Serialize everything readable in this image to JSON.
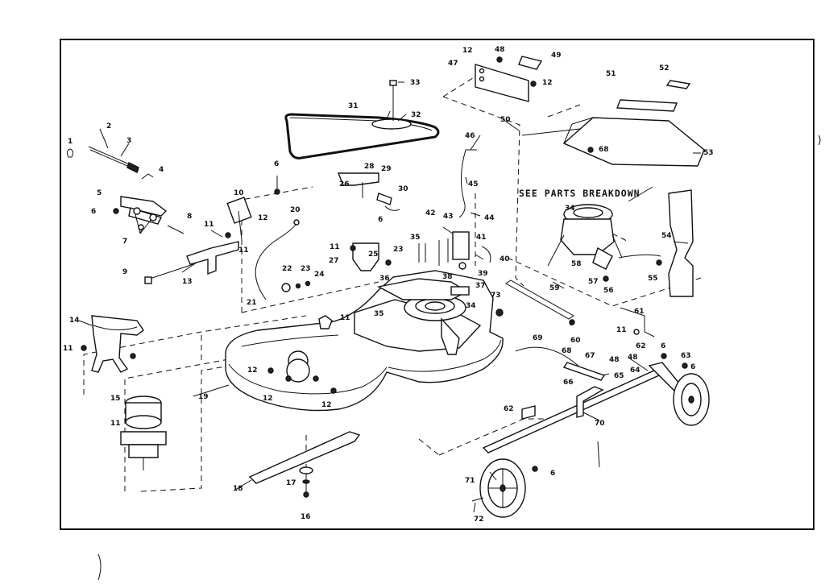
{
  "diagram": {
    "note": "SEE PARTS BREAKDOWN",
    "callouts": [
      {
        "id": "c1",
        "text": "1"
      },
      {
        "id": "c2",
        "text": "2"
      },
      {
        "id": "c3",
        "text": "3"
      },
      {
        "id": "c4",
        "text": "4"
      },
      {
        "id": "c5",
        "text": "5"
      },
      {
        "id": "c6a",
        "text": "6"
      },
      {
        "id": "c6b",
        "text": "6"
      },
      {
        "id": "c6c",
        "text": "6"
      },
      {
        "id": "c6d",
        "text": "6"
      },
      {
        "id": "c6e",
        "text": "6"
      },
      {
        "id": "c6f",
        "text": "6"
      },
      {
        "id": "c6g",
        "text": "6"
      },
      {
        "id": "c7",
        "text": "7"
      },
      {
        "id": "c8",
        "text": "8"
      },
      {
        "id": "c9",
        "text": "9"
      },
      {
        "id": "c10",
        "text": "10"
      },
      {
        "id": "c11a",
        "text": "11"
      },
      {
        "id": "c11b",
        "text": "11"
      },
      {
        "id": "c11c",
        "text": "11"
      },
      {
        "id": "c11d",
        "text": "11"
      },
      {
        "id": "c11e",
        "text": "11"
      },
      {
        "id": "c11f",
        "text": "11"
      },
      {
        "id": "c11g",
        "text": "11"
      },
      {
        "id": "c12a",
        "text": "12"
      },
      {
        "id": "c12b",
        "text": "12"
      },
      {
        "id": "c12c",
        "text": "12"
      },
      {
        "id": "c12d",
        "text": "12"
      },
      {
        "id": "c12e",
        "text": "12"
      },
      {
        "id": "c12f",
        "text": "12"
      },
      {
        "id": "c13",
        "text": "13"
      },
      {
        "id": "c14",
        "text": "14"
      },
      {
        "id": "c15",
        "text": "15"
      },
      {
        "id": "c16",
        "text": "16"
      },
      {
        "id": "c17",
        "text": "17"
      },
      {
        "id": "c18",
        "text": "18"
      },
      {
        "id": "c19",
        "text": "19"
      },
      {
        "id": "c20",
        "text": "20"
      },
      {
        "id": "c21",
        "text": "21"
      },
      {
        "id": "c22",
        "text": "22"
      },
      {
        "id": "c23a",
        "text": "23"
      },
      {
        "id": "c23b",
        "text": "23"
      },
      {
        "id": "c24",
        "text": "24"
      },
      {
        "id": "c25",
        "text": "25"
      },
      {
        "id": "c26",
        "text": "26"
      },
      {
        "id": "c27",
        "text": "27"
      },
      {
        "id": "c28",
        "text": "28"
      },
      {
        "id": "c29",
        "text": "29"
      },
      {
        "id": "c30",
        "text": "30"
      },
      {
        "id": "c31",
        "text": "31"
      },
      {
        "id": "c32",
        "text": "32"
      },
      {
        "id": "c33",
        "text": "33"
      },
      {
        "id": "c34a",
        "text": "34"
      },
      {
        "id": "c34b",
        "text": "34"
      },
      {
        "id": "c35a",
        "text": "35"
      },
      {
        "id": "c35b",
        "text": "35"
      },
      {
        "id": "c36",
        "text": "36"
      },
      {
        "id": "c37",
        "text": "37"
      },
      {
        "id": "c38",
        "text": "38"
      },
      {
        "id": "c39",
        "text": "39"
      },
      {
        "id": "c40",
        "text": "40"
      },
      {
        "id": "c41",
        "text": "41"
      },
      {
        "id": "c42",
        "text": "42"
      },
      {
        "id": "c43",
        "text": "43"
      },
      {
        "id": "c44",
        "text": "44"
      },
      {
        "id": "c45",
        "text": "45"
      },
      {
        "id": "c46",
        "text": "46"
      },
      {
        "id": "c47",
        "text": "47"
      },
      {
        "id": "c48a",
        "text": "48"
      },
      {
        "id": "c48b",
        "text": "48"
      },
      {
        "id": "c48c",
        "text": "48"
      },
      {
        "id": "c49",
        "text": "49"
      },
      {
        "id": "c50",
        "text": "50"
      },
      {
        "id": "c51",
        "text": "51"
      },
      {
        "id": "c52",
        "text": "52"
      },
      {
        "id": "c53",
        "text": "53"
      },
      {
        "id": "c54",
        "text": "54"
      },
      {
        "id": "c55",
        "text": "55"
      },
      {
        "id": "c56",
        "text": "56"
      },
      {
        "id": "c57",
        "text": "57"
      },
      {
        "id": "c58",
        "text": "58"
      },
      {
        "id": "c59",
        "text": "59"
      },
      {
        "id": "c60",
        "text": "60"
      },
      {
        "id": "c61",
        "text": "61"
      },
      {
        "id": "c62a",
        "text": "62"
      },
      {
        "id": "c62b",
        "text": "62"
      },
      {
        "id": "c63",
        "text": "63"
      },
      {
        "id": "c64",
        "text": "64"
      },
      {
        "id": "c65",
        "text": "65"
      },
      {
        "id": "c66",
        "text": "66"
      },
      {
        "id": "c67",
        "text": "67"
      },
      {
        "id": "c68a",
        "text": "68"
      },
      {
        "id": "c68b",
        "text": "68"
      },
      {
        "id": "c69",
        "text": "69"
      },
      {
        "id": "c70",
        "text": "70"
      },
      {
        "id": "c71",
        "text": "71"
      },
      {
        "id": "c72",
        "text": "72"
      },
      {
        "id": "c73",
        "text": "73"
      }
    ]
  }
}
